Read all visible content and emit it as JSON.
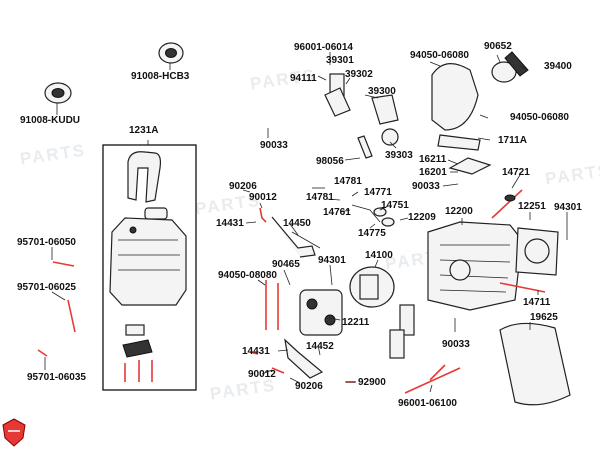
{
  "watermark": "PARTS",
  "logo_icon": "brand-shield-logo",
  "accent_color": "#e53935",
  "labels": {
    "p91008_kudu": "91008-KUDU",
    "p91008_hcb3": "91008-HCB3",
    "p1231a": "1231A",
    "p95701_06050": "95701-06050",
    "p95701_06025": "95701-06025",
    "p95701_06035": "95701-06035",
    "p96001_06014": "96001-06014",
    "p39301": "39301",
    "p94111": "94111",
    "p39302": "39302",
    "p39300": "39300",
    "p90033_a": "90033",
    "p98056": "98056",
    "p39303": "39303",
    "p94050_06080_a": "94050-06080",
    "p90652": "90652",
    "p39400": "39400",
    "p94050_06080_b": "94050-06080",
    "p1711a": "1711A",
    "p16211": "16211",
    "p16201": "16201",
    "p90033_b": "90033",
    "p14721": "14721",
    "p14781_a": "14781",
    "p14781_b": "14781",
    "p14771": "14771",
    "p14761": "14761",
    "p14751": "14751",
    "p14775": "14775",
    "p12209": "12209",
    "p12200": "12200",
    "p12251": "12251",
    "p94301_a": "94301",
    "p90206_a": "90206",
    "p90012_a": "90012",
    "p14431_a": "14431",
    "p14450": "14450",
    "p94050_08080": "94050-08080",
    "p90465": "90465",
    "p94301_b": "94301",
    "p14100": "14100",
    "p12211": "12211",
    "p14711": "14711",
    "p19625": "19625",
    "p90033_c": "90033",
    "p14431_b": "14431",
    "p14452": "14452",
    "p90012_b": "90012",
    "p90206_b": "90206",
    "p92900": "92900",
    "p96001_06100": "96001-06100"
  }
}
